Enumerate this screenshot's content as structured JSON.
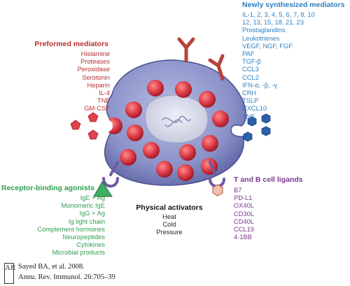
{
  "preformed": {
    "heading": "Preformed mediators",
    "items": [
      "Histamine",
      "Proteases",
      "Peroxidase",
      "Serotonin",
      "Heparin",
      "IL-4",
      "TNF",
      "GM-CSF"
    ]
  },
  "newly_synthesized": {
    "heading": "Newly synthesized mediators",
    "items": [
      "IL-1, 2, 3, 4, 5, 6, 7, 8, 10",
      "12, 13, 15, 18, 21, 23",
      "Prostaglandins",
      "Leukotrienes",
      "VEGF, NGF, FGF",
      "PAF",
      "TGF-β",
      "CCL3",
      "CCL2",
      "IFN-α, -β, -γ",
      "CRH",
      "TSLP",
      "CXCL10",
      "TNF"
    ]
  },
  "receptor_binding": {
    "heading": "Receptor-binding agonists",
    "items": [
      "IgE + Ag",
      "Monomeric IgE",
      "IgG + Ag",
      "Ig light chain",
      "Complement hormones",
      "Neuropeptides",
      "Cytokines",
      "Microbial products"
    ]
  },
  "physical": {
    "heading": "Physical activators",
    "items": [
      "Heat",
      "Cold",
      "Pressure"
    ]
  },
  "tb_ligands": {
    "heading": "T and B cell ligands",
    "items": [
      "B7",
      "PD-L1",
      "OX40L",
      "CD30L",
      "CD40L",
      "CCL19",
      "4-1BB"
    ]
  },
  "citation": {
    "logo": "AR",
    "line1": "Sayed BA, et al. 2008.",
    "line2": "Annu. Rev. Immunol. 26:705–39"
  },
  "colors": {
    "preformed": "#b8312f",
    "newly_synthesized": "#2d7fc1",
    "receptor_binding": "#2f9d4f",
    "tb_ligands": "#7c3a8e",
    "cell_body": "#8c93c9",
    "granule": "#e0414b",
    "nucleus": "#d2d4e4",
    "receptor": "#6d5aa0",
    "antibody": "#b5433b"
  }
}
